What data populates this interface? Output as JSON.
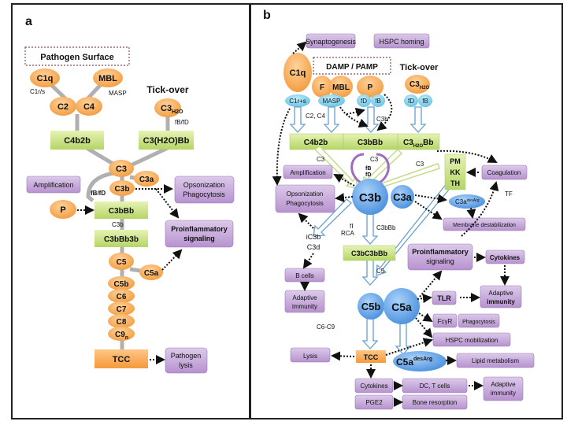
{
  "panel_a": {
    "label": "a",
    "pathogen_surface": "Pathogen Surface",
    "c1q": "C1q",
    "mbl": "MBL",
    "c1rs": "C1r/s",
    "masp": "MASP",
    "c2": "C2",
    "c4": "C4",
    "tick_over": "Tick-over",
    "c3h2o": "C3",
    "c3h2o_sub": "H2O",
    "fbfd_top": "fB/fD",
    "c4b2b": "C4b2b",
    "c3h2obb": "C3(H2O)Bb",
    "c3": "C3",
    "c3a": "C3a",
    "c3b": "C3b",
    "fbfd": "fB/fD",
    "amplification": "Amplification",
    "opsonization": [
      "Opsonization",
      "Phagocytosis"
    ],
    "p": "P",
    "c3bbb": "C3bBb",
    "c3b_label": "C3b",
    "c3bbb3b": "C3bBb3b",
    "proinflammatory": [
      "Proinflammatory",
      "signaling"
    ],
    "c5": "C5",
    "c5a": "C5a",
    "c5b": "C5b",
    "c6": "C6",
    "c7": "C7",
    "c8": "C8",
    "c9n": "C9",
    "c9n_sub": "n",
    "tcc": "TCC",
    "pathogen_lysis": [
      "Pathogen",
      "lysis"
    ]
  },
  "panel_b": {
    "label": "b",
    "synaptogenesis": "Synaptogenesis",
    "hspc_homing": "HSPC homing",
    "damp_pamp": "DAMP / PAMP",
    "tick_over": "Tick-over",
    "c1q": "C1q",
    "f": "F",
    "mbl": "MBL",
    "p": "P",
    "c3h2o": "C3",
    "c3h2o_sub": "H2O",
    "c1rs": "C1r+s",
    "masp": "MASP",
    "fd1": "fD",
    "fb1": "fB",
    "fd2": "fD",
    "fb2": "fB",
    "c2c4": "C2, C4",
    "c3b_edge": "C3b",
    "c4b2b": "C4b2b",
    "c3bbb": "C3bBb",
    "c3h2obb": "C3",
    "c3h2obb_sub": "H2O",
    "c3h2obb_tail": "Bb",
    "c3_left": "C3",
    "c3_mid": "C3",
    "c3_right": "C3",
    "fb_loop": "fB",
    "fd_loop": "fD",
    "pm_kk_th": [
      "PM",
      "KK",
      "TH"
    ],
    "coagulation": "Coagulation",
    "tf": "TF",
    "amplification": "Amplification",
    "opsonization": [
      "Opsonization",
      "Phagocytosis"
    ],
    "c3b": "C3b",
    "c3a": "C3a",
    "c3a_desarg": "C3a",
    "c3a_desarg_sup": "desArg",
    "membrane_destab": "Membrane destabilization",
    "fi_rca": [
      "fI",
      "RCA"
    ],
    "ic3b_c3d": [
      "iC3b",
      "C3d"
    ],
    "c3bbb_edge": "C3bBb",
    "c3bc3bbb": "C3bC3bBb",
    "proinflammatory": [
      "Proinflammatory",
      "signaling"
    ],
    "cytokines_top": "Cytokines",
    "c5_edge": "C5",
    "b_cells": "B cells",
    "adaptive_left": [
      "Adaptive",
      "immunity"
    ],
    "adaptive_right": [
      "Adaptive",
      "immunity"
    ],
    "c5b": "C5b",
    "c5a": "C5a",
    "tlr": "TLR",
    "fcgr": "FcγR",
    "phagocytosis": "Phagocytosis",
    "c6c9": "C6-C9",
    "hspc_mobilization": "HSPC mobilization",
    "lysis": "Lysis",
    "tcc": "TCC",
    "c5a_desarg": "C5a",
    "c5a_desarg_sup": "desArg",
    "lipid_metabolism": "Lipid metabolism",
    "cytokines_bottom": "Cytokines",
    "dc_t_cells": "DC, T cells",
    "adaptive_bottom": [
      "Adaptive",
      "immunity"
    ],
    "pge2": "PGE2",
    "bone_resorption": "Bone resorption"
  },
  "colors": {
    "orange": "#f7a94f",
    "green": "#c9e27f",
    "purple": "#c6a6d8",
    "blue": "#6aa6e6",
    "lightblue": "#8fd3ee",
    "gray_line": "#b0b0b0"
  }
}
